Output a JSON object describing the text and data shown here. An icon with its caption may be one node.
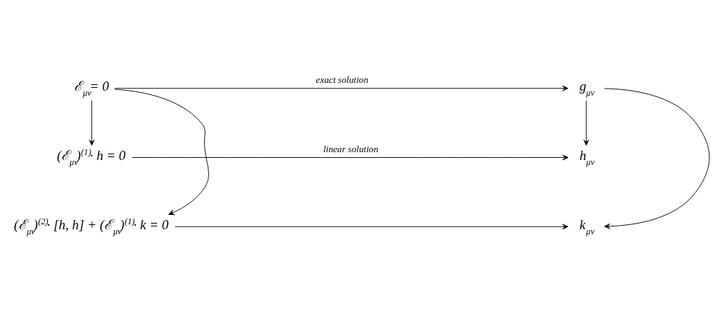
{
  "diagram": {
    "nodes": [
      {
        "text": [
          "ℰ$_{μν}$= 0"
        ]
      },
      {
        "text": [
          "g$_{μν}$"
        ]
      },
      {
        "text": [
          "(ℰ$_{μν}$)$^{(1)}$· h = 0"
        ]
      },
      {
        "text": [
          "h$_{μν}$"
        ]
      },
      {
        "text": [
          "(ℰ$_{μν}$)$^{(2)}$· [h, h] + (ℰ$_{μν}$)$^{(1)}$· k = 0"
        ]
      },
      {
        "text": [
          "k$_{μν}$"
        ]
      }
    ],
    "edges": [
      {
        "from": 0,
        "to": 1,
        "arrow": "to",
        "label": "exact solution"
      },
      {
        "from": 0,
        "to": 2,
        "arrow": "to"
      },
      {
        "from": 1,
        "to": 3,
        "arrow": "to"
      },
      {
        "from": 2,
        "to": 3,
        "arrow": "to",
        "label": "linear solution"
      },
      {
        "from": 0,
        "to": 4,
        "arrow": "to"
      },
      {
        "from": 1,
        "to": 5,
        "arrow": "to"
      },
      {
        "from": 4,
        "to": 5,
        "arrow": "to"
      }
    ]
  }
}
